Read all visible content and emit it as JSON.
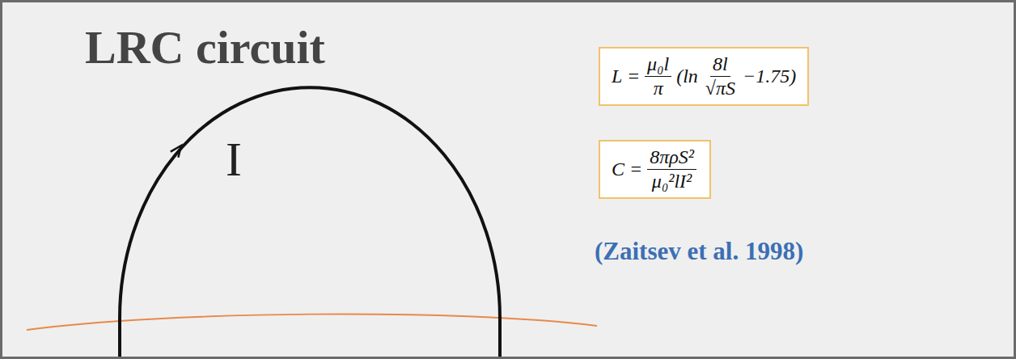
{
  "diagram": {
    "title": "LRC circuit",
    "nodes": [
      {
        "text": [
          "L =",
          "μ₀l",
          "π",
          "(ln",
          "8l",
          "√πS",
          "−1.75)"
        ]
      },
      {
        "text": [
          "C =",
          "8πρS²",
          "μ₀²lI²"
        ]
      }
    ],
    "labels": [
      "I",
      "(Zaitsev et al. 1998)"
    ]
  }
}
